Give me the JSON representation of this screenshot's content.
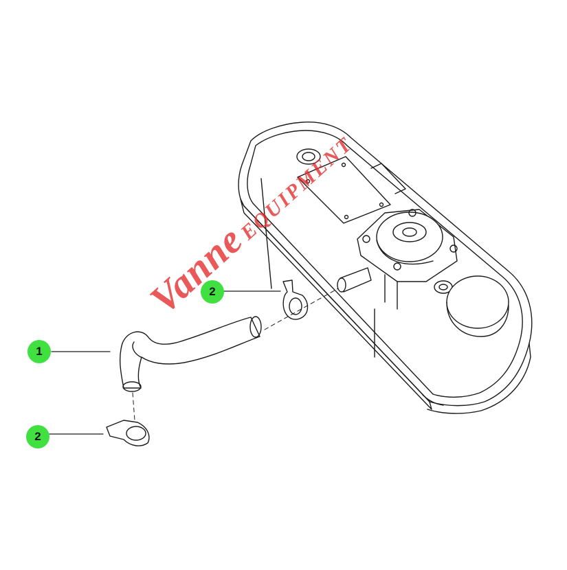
{
  "callouts": [
    {
      "label": "1",
      "part": "hose"
    },
    {
      "label": "2",
      "part": "clamp-upper"
    },
    {
      "label": "2",
      "part": "clamp-lower"
    }
  ],
  "watermark": {
    "main": "Vanne",
    "sub": "EQUIPMENT"
  },
  "colors": {
    "badge": "#3fe040",
    "line": "#1a1a1a",
    "watermark": "#e52b2b",
    "background": "#ffffff"
  }
}
